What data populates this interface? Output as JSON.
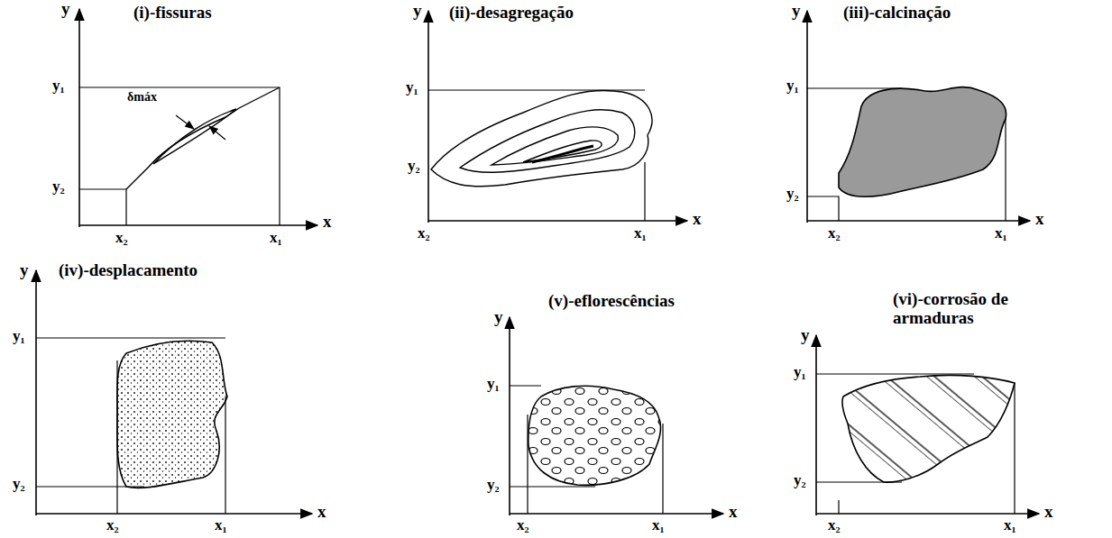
{
  "diagram": {
    "labels": [
      "(i)-fissuras",
      "y",
      "x",
      "y₁",
      "y₂",
      "x₂",
      "x₁",
      "δmáx",
      "(ii)-desagregação",
      "y",
      "x",
      "y₁",
      "y₂",
      "x₂",
      "x₁",
      "(iii)-calcinação",
      "y",
      "x",
      "y₁",
      "y₂",
      "x₂",
      "x₁",
      "(iv)-desplacamento",
      "y",
      "x",
      "y₁",
      "y₂",
      "x₂",
      "x₁",
      "(v)-eflorescências",
      "y",
      "x",
      "y₁",
      "y₂",
      "x₂",
      "x₁",
      "(vi)-corrosão de armaduras",
      "y",
      "x",
      "y₁",
      "y₂",
      "x₂",
      "x₁"
    ]
  }
}
